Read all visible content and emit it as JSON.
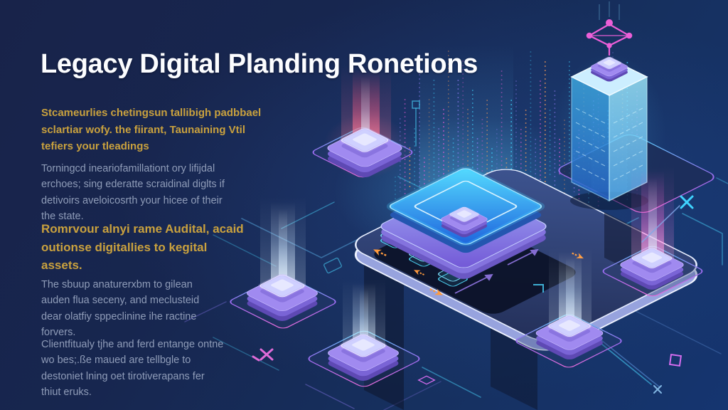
{
  "slide": {
    "title": "Legacy Digital Planding Ronetions",
    "paragraphs": [
      {
        "emphasis": "gold",
        "text": "Stcameurlies chetingsun tallibigh padbbael\nsclartiar wofy. the fiirant, Taunaining Vtil\ntefiers your tleadings"
      },
      {
        "emphasis": "muted",
        "text": "Torningcd ineariofamillationt ory lifijdal\nerchoes; sing ederatte scraidinal diglts if\ndetivoirs aveloicosrth your hicee of their\nthe state."
      },
      {
        "emphasis": "gold",
        "text": "Romrvour alnyi rame Audital, acaid\noutionse digitallies to kegital\nassets."
      },
      {
        "emphasis": "muted",
        "text": "The sbuup anaturerxbm to gilean\nauden flua seceny, and meclusteid\ndear olatfiy sppeclinine ihe ractine\nforvers."
      },
      {
        "emphasis": "muted",
        "text": "Clientfitualy tjhe and ferd entange ontne\nwo bes;.ße maued are tellbgle to\ndestoniet lning oet tirotiverapans fer\nthiut eruks."
      }
    ]
  },
  "illustration": {
    "icons": [
      "network-node-icon",
      "database-icon",
      "arrow-icon",
      "x-mark-icon",
      "square-node-icon",
      "processor-chip-icon",
      "data-tower-icon"
    ],
    "colors": {
      "background_top_left": "#18234a",
      "background_bottom_right": "#153570",
      "title_text": "#fcfdff",
      "gold_text": "#c9a13e",
      "muted_text": "#8f9cb8",
      "accent_cyan": "#3fd4ff",
      "accent_purple": "#8f7bf5",
      "accent_pink": "#e85bd8",
      "beam_red": "#ff5f7f",
      "beam_white": "#e9f4ff",
      "platform_rim": "#eef2ff"
    }
  }
}
